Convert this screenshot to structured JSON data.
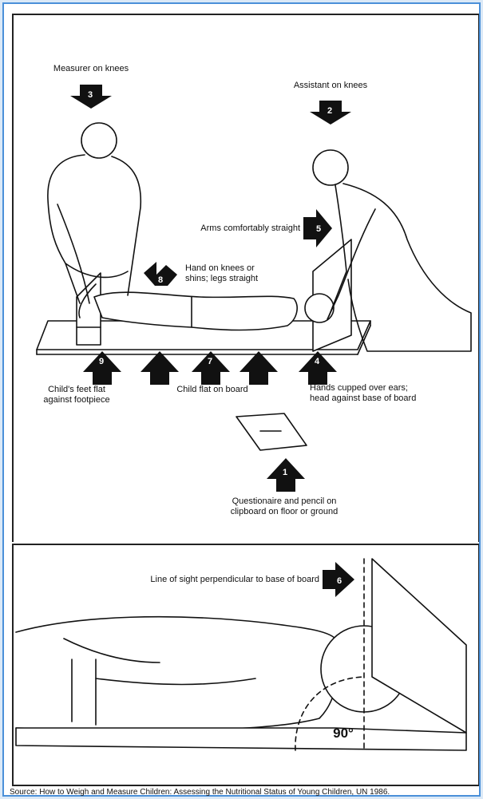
{
  "labels": {
    "measurer": "Measurer on knees",
    "assistant": "Assistant on knees",
    "arms": "Arms comfortably straight",
    "hand_knees_1": "Hand on knees or",
    "hand_knees_2": "shins; legs straight",
    "feet_1": "Child's feet flat",
    "feet_2": "against footpiece",
    "flat": "Child flat on board",
    "hands_ears_1": "Hands cupped over ears;",
    "hands_ears_2": "head against base of board",
    "clip_1": "Questionaire and pencil on",
    "clip_2": "clipboard on floor or ground",
    "sight": "Line of sight perpendicular to base of board",
    "angle": "90°"
  },
  "markers": [
    "1",
    "2",
    "3",
    "4",
    "5",
    "6",
    "7",
    "8",
    "9"
  ],
  "source": "Source: How to Weigh and Measure Children: Assessing the Nutritional Status of Young Children, UN 1986."
}
